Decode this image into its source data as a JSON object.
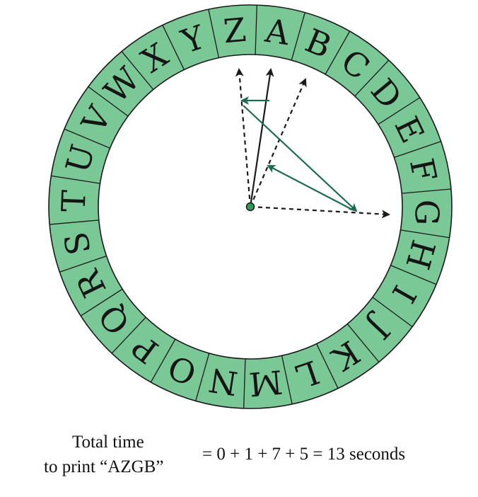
{
  "wheel": {
    "letters": [
      "A",
      "B",
      "C",
      "D",
      "E",
      "F",
      "G",
      "H",
      "I",
      "J",
      "K",
      "L",
      "M",
      "N",
      "O",
      "P",
      "Q",
      "R",
      "S",
      "T",
      "U",
      "V",
      "W",
      "X",
      "Y",
      "Z"
    ],
    "fill_color": "#7ac896",
    "border_color": "#1a1a1a",
    "arrow_green": "#1f6b4f",
    "hub_color": "#2e9e52"
  },
  "caption": {
    "line1": "Total time",
    "line2": "to print “AZGB”",
    "equation": "= 0 + 1 + 7 + 5 = 13 seconds"
  }
}
